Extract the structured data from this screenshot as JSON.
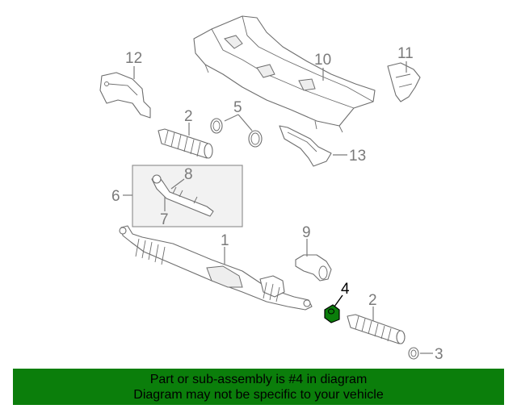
{
  "callouts": {
    "c1": "1",
    "c2a": "2",
    "c2b": "2",
    "c3": "3",
    "c4": "4",
    "c5": "5",
    "c6": "6",
    "c7": "7",
    "c8": "8",
    "c9": "9",
    "c10": "10",
    "c11": "11",
    "c12": "12",
    "c13": "13"
  },
  "highlight": {
    "callout": "4",
    "color": "#0b7e0b"
  },
  "banner": {
    "line1": "Part or sub-assembly is #4 in diagram",
    "line2": "Diagram may not be specific to your vehicle",
    "background": "#0b7e0b"
  }
}
